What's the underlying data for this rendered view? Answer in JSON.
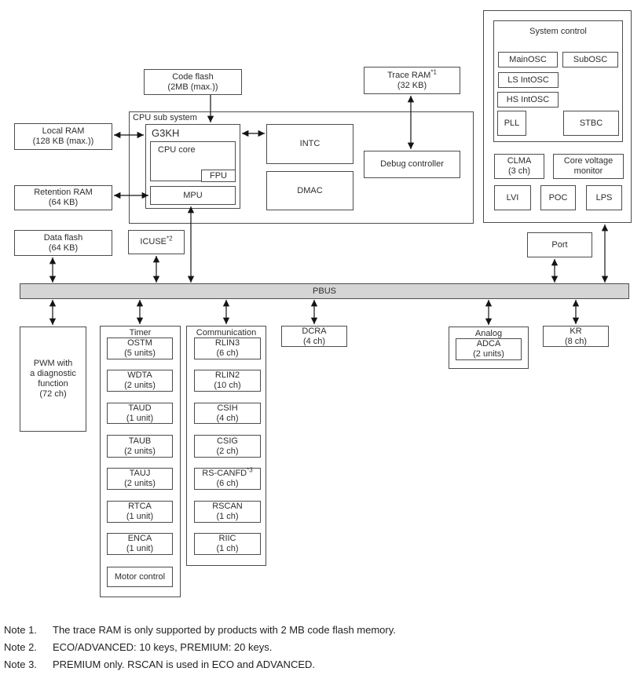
{
  "diagram": {
    "memory_left": {
      "local_ram": {
        "line1": "Local RAM",
        "line2": "(128 KB (max.))"
      },
      "retention_ram": {
        "line1": "Retention RAM",
        "line2": "(64 KB)"
      },
      "data_flash": {
        "line1": "Data flash",
        "line2": "(64 KB)"
      }
    },
    "code_flash": {
      "line1": "Code flash",
      "line2": "(2MB (max.))"
    },
    "trace_ram": {
      "name": "Trace RAM",
      "sup": "*1",
      "line2": "(32 KB)"
    },
    "cpu_subsystem": {
      "label": "CPU sub system",
      "core_name": "G3KH",
      "cpu_core": "CPU core",
      "fpu": "FPU",
      "mpu": "MPU",
      "intc": "INTC",
      "dmac": "DMAC",
      "debug": "Debug controller"
    },
    "icuse": {
      "name": "ICUSE",
      "sup": "*2"
    },
    "system_control": {
      "label": "System control",
      "main_osc": "MainOSC",
      "sub_osc": "SubOSC",
      "ls_intosc": "LS IntOSC",
      "hs_intosc": "HS IntOSC",
      "pll": "PLL",
      "stbc": "STBC",
      "clma": {
        "line1": "CLMA",
        "line2": "(3 ch)"
      },
      "core_voltage_monitor": {
        "line1": "Core voltage",
        "line2": "monitor"
      },
      "lvi": "LVI",
      "poc": "POC",
      "lps": "LPS"
    },
    "port": "Port",
    "pbus": "PBUS",
    "pwm": {
      "line1": "PWM with",
      "line2": "a diagnostic",
      "line3": "function",
      "line4": "(72 ch)"
    },
    "timer": {
      "label": "Timer",
      "items": [
        {
          "line1": "OSTM",
          "line2": "(5 units)"
        },
        {
          "line1": "WDTA",
          "line2": "(2 units)"
        },
        {
          "line1": "TAUD",
          "line2": "(1 unit)"
        },
        {
          "line1": "TAUB",
          "line2": "(2 units)"
        },
        {
          "line1": "TAUJ",
          "line2": "(2 units)"
        },
        {
          "line1": "RTCA",
          "line2": "(1 unit)"
        },
        {
          "line1": "ENCA",
          "line2": "(1 unit)"
        },
        {
          "line1": "Motor control"
        }
      ]
    },
    "communication": {
      "label": "Communication",
      "items": [
        {
          "line1": "RLIN3",
          "line2": "(6 ch)"
        },
        {
          "line1": "RLIN2",
          "line2": "(10 ch)"
        },
        {
          "line1": "CSIH",
          "line2": "(4 ch)"
        },
        {
          "line1": "CSIG",
          "line2": "(2 ch)"
        },
        {
          "line1": "RS-CANFD",
          "sup": "*3",
          "line2": "(6 ch)"
        },
        {
          "line1": "RSCAN",
          "line2": "(1 ch)"
        },
        {
          "line1": "RIIC",
          "line2": "(1 ch)"
        }
      ]
    },
    "dcra": {
      "line1": "DCRA",
      "line2": "(4 ch)"
    },
    "analog": {
      "label": "Analog",
      "adca": {
        "line1": "ADCA",
        "line2": "(2 units)"
      }
    },
    "kr": {
      "line1": "KR",
      "line2": "(8 ch)"
    }
  },
  "notes": [
    {
      "label": "Note 1.",
      "text": "The trace RAM is only supported by products with 2 MB code flash memory."
    },
    {
      "label": "Note 2.",
      "text": "ECO/ADVANCED: 10 keys, PREMIUM: 20 keys."
    },
    {
      "label": "Note 3.",
      "text": "PREMIUM only. RSCAN is used in ECO and ADVANCED."
    }
  ],
  "colors": {
    "bus_fill": "#d5d5d5",
    "box_border": "#4c4c4c",
    "text": "#2d2d2d"
  }
}
